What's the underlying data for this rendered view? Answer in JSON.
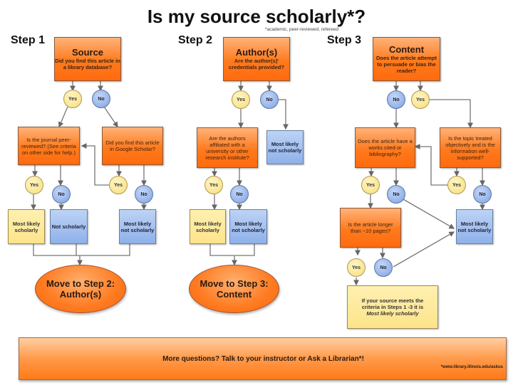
{
  "title": "Is my source scholarly*?",
  "title_footnote": "*academic, peer-reviewed, refereed",
  "steps": [
    {
      "label": "Step 1",
      "main_box": {
        "heading": "Source",
        "question": "Did you find this article in a library database?"
      },
      "yes": "Yes",
      "no": "No",
      "yes_branch": {
        "question": "Is the journal peer-reviewed? (See criteria on other side for help.)",
        "yes": "Yes",
        "no": "No",
        "yes_result": "Most likely scholarly",
        "no_result": "Not scholarly"
      },
      "no_branch": {
        "question": "Did you find this article in Google Scholar?",
        "yes": "Yes",
        "no": "No",
        "no_result": "Most likely not scholarly"
      },
      "next": "Move to Step 2: Author(s)"
    },
    {
      "label": "Step 2",
      "main_box": {
        "heading": "Author(s)",
        "question": "Are the author(s)' credentials provided?"
      },
      "yes": "Yes",
      "no": "No",
      "no_result": "Most likely not scholarly",
      "yes_branch": {
        "question": "Are the authors affiliated with a university or other research institute?",
        "yes": "Yes",
        "no": "No",
        "yes_result": "Most likely scholarly",
        "no_result": "Most likely not scholarly"
      },
      "next": "Move to Step 3: Content"
    },
    {
      "label": "Step 3",
      "main_box": {
        "heading": "Content",
        "question": "Does the article attempt to persuade or bias the reader?"
      },
      "no": "No",
      "yes": "Yes",
      "no_branch": {
        "question": "Does the article have a works cited or bibliography?",
        "yes": "Yes",
        "no": "No"
      },
      "yes_branch": {
        "question": "Is the topic treated objectively and is the information well-supported?",
        "yes": "Yes",
        "no": "No"
      },
      "length_question": {
        "question": "Is the article longer than ~10 pages?",
        "yes": "Yes",
        "no": "No"
      },
      "not_result": "Most likely not scholarly",
      "final_result_line1": "If your source meets the criteria in Steps 1 -3 it is",
      "final_result_line2": "Most likely scholarly"
    }
  ],
  "footer": {
    "text": "More questions? Talk to your instructor or Ask a Librarian*!",
    "note": "*www.library.illinois.edu/askus"
  },
  "colors": {
    "decision_orange": "#ff7a1c",
    "yes_yellow": "#fde48a",
    "no_blue": "#8fb1ea",
    "connector": "#6b6b6b"
  }
}
